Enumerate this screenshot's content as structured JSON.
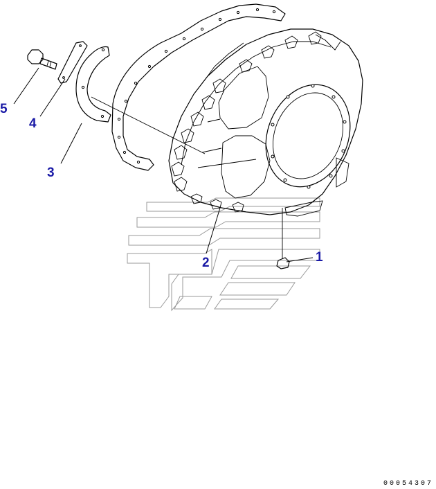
{
  "callouts": [
    {
      "id": "1",
      "label": "1"
    },
    {
      "id": "2",
      "label": "2"
    },
    {
      "id": "3",
      "label": "3"
    },
    {
      "id": "4",
      "label": "4"
    },
    {
      "id": "5",
      "label": "5"
    }
  ],
  "drawing_number": "00054307",
  "colors": {
    "callout": "#1a1aa6",
    "line": "#000000",
    "watermark": "#9a9a9a"
  }
}
